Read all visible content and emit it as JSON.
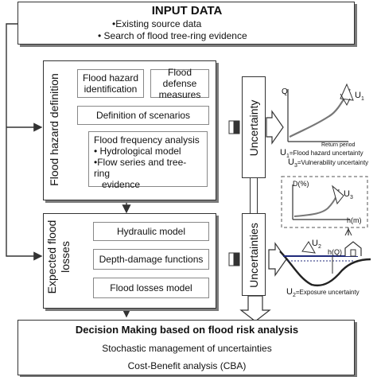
{
  "input": {
    "title": "INPUT DATA",
    "items": [
      "•Existing source data",
      "• Search of flood tree-ring evidence"
    ]
  },
  "hazard": {
    "label": "Flood hazard definition",
    "identification": "Flood hazard identification",
    "defense": "Flood defense measures",
    "scenarios": "Definition of scenarios",
    "frequency_title": "Flood frequency analysis",
    "frequency_items": [
      "• Hydrological model",
      "•Flow series and tree-ring",
      "evidence"
    ]
  },
  "losses": {
    "label_line1": "Expected flood",
    "label_line2": "losses",
    "hydraulic": "Hydraulic model",
    "depth_damage": "Depth-damage functions",
    "flood_losses": "Flood losses model"
  },
  "uncertainty_label": "Uncertainty",
  "uncertainties_label": "Uncertainties",
  "graph1": {
    "ylabel": "Q",
    "xlabel": "Return period",
    "curve_label": "U",
    "curve_sub": "1",
    "caption1_main": "U",
    "caption1_sub": "1",
    "caption1_text": "=Flood hazard uncertainty",
    "caption2_main": "U",
    "caption2_sub": "3",
    "caption2_text": "=Vulnerability uncertainty"
  },
  "graph2": {
    "ylabel": "D(%)",
    "xlabel": "h(m)",
    "curve_label": "U",
    "curve_sub": "3"
  },
  "graph3": {
    "u_label": "U",
    "u_sub": "2",
    "h_label": "h(Q)",
    "caption_main": "U",
    "caption_sub": "2",
    "caption_text": "=Exposure uncertainty"
  },
  "decision": {
    "title": "Decision Making based on flood risk analysis",
    "items": [
      "Stochastic management of uncertainties",
      "Cost-Benefit analysis (CBA)"
    ]
  }
}
